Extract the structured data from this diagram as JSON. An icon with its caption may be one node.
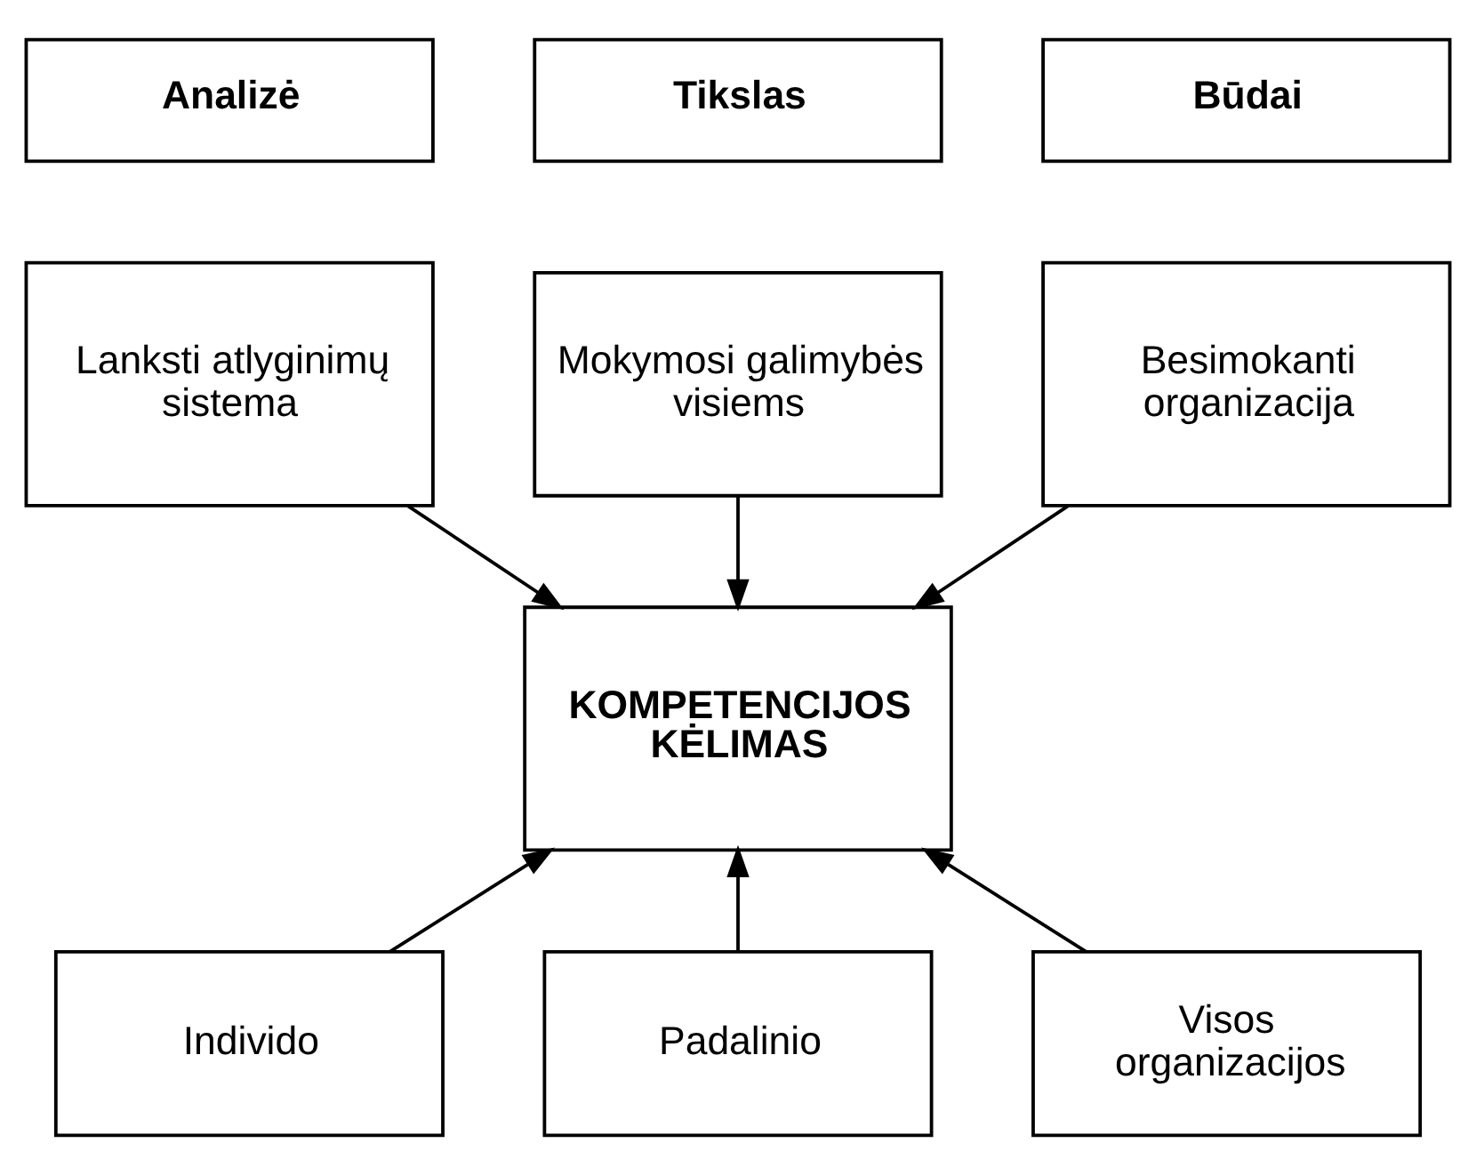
{
  "diagram": {
    "nodes": [
      {
        "text": [
          "Analizė"
        ]
      },
      {
        "text": [
          "Tikslas"
        ]
      },
      {
        "text": [
          "Būdai"
        ]
      },
      {
        "text": [
          "Lanksti atlyginimų sistema"
        ]
      },
      {
        "text": [
          "Mokymosi galimybės visiems"
        ]
      },
      {
        "text": [
          "Besimokanti organizacija"
        ]
      },
      {
        "text": [
          "KOMPETENCIJOS KĖLIMAS"
        ]
      },
      {
        "text": [
          "Individo"
        ]
      },
      {
        "text": [
          "Padalinio"
        ]
      },
      {
        "text": [
          "Visos organizacijos"
        ]
      }
    ],
    "edges": [
      {
        "from": 3,
        "to": 6,
        "arrow": "to"
      },
      {
        "from": 4,
        "to": 6,
        "arrow": "to"
      },
      {
        "from": 5,
        "to": 6,
        "arrow": "to"
      },
      {
        "from": 7,
        "to": 6,
        "arrow": "to"
      },
      {
        "from": 8,
        "to": 6,
        "arrow": "to"
      },
      {
        "from": 9,
        "to": 6,
        "arrow": "to"
      }
    ]
  }
}
